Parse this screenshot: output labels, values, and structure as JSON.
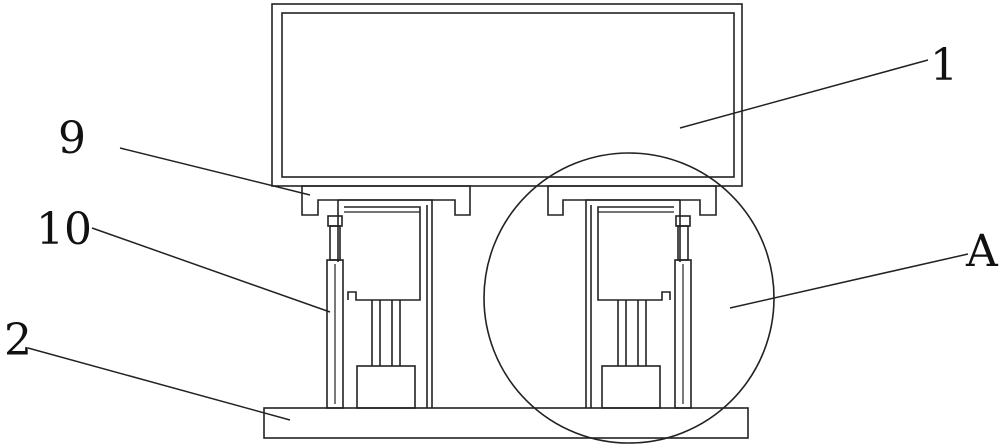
{
  "labels": {
    "part_1": "1",
    "part_9": "9",
    "part_10": "10",
    "part_2": "2",
    "detail_a": "A"
  },
  "colors": {
    "line": "#222222",
    "background": "#ffffff"
  }
}
